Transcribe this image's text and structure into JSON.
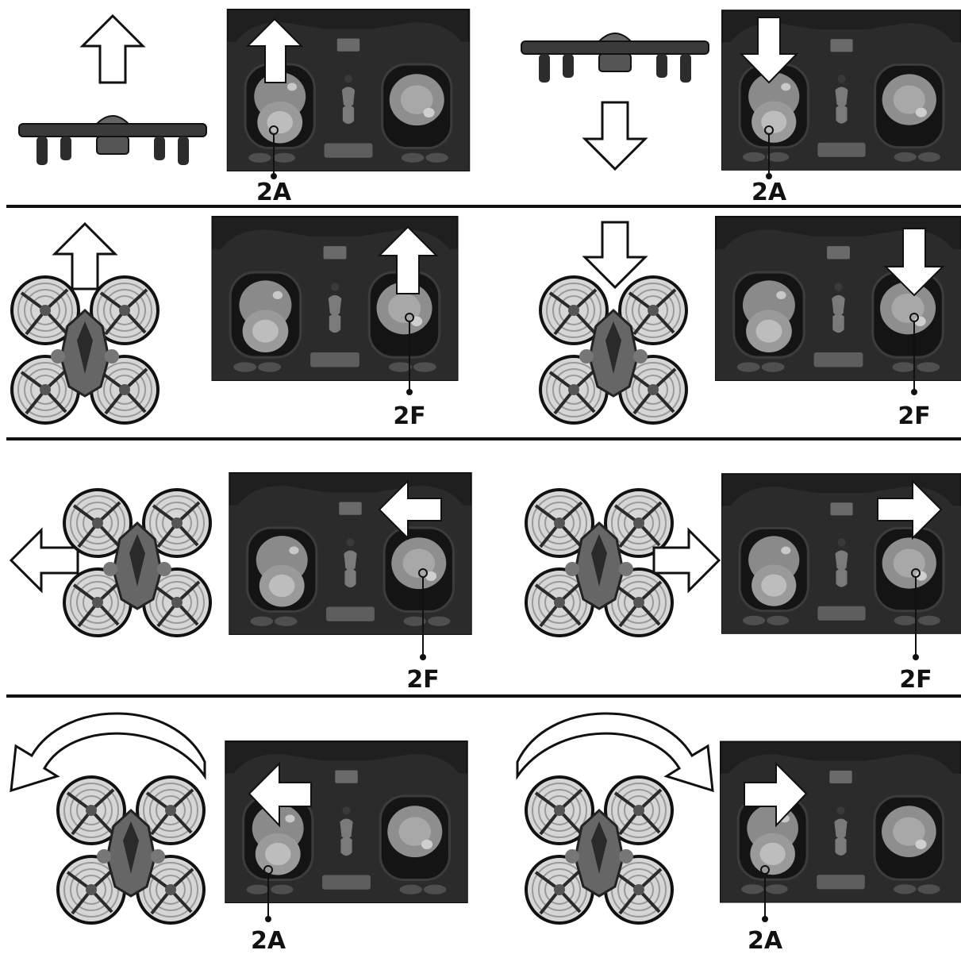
{
  "colors": {
    "background": "#ffffff",
    "divider": "#111111",
    "controller_body": "#262626",
    "controller_dark": "#141414",
    "stick_gray": "#8e8e8e",
    "stick_light": "#b4b4b4",
    "arrow_fill": "#ffffff",
    "arrow_stroke": "#111111",
    "drone_body": "#5f5f5f",
    "propeller_ring": "#a9a9a9"
  },
  "icons": {
    "arrow": "outline-arrow-icon",
    "controller": "remote-controller-icon",
    "drone_top": "drone-top-view-icon",
    "drone_side": "drone-side-view-icon",
    "rotate": "curved-rotate-arrow-icon"
  },
  "panels": [
    {
      "name": "ascend",
      "drone_view": "side",
      "drone_motion": "up",
      "stick": "left",
      "stick_motion": "up",
      "label": "2A"
    },
    {
      "name": "descend",
      "drone_view": "side",
      "drone_motion": "down",
      "stick": "left",
      "stick_motion": "down",
      "label": "2A"
    },
    {
      "name": "fly-forward",
      "drone_view": "top",
      "drone_motion": "up",
      "stick": "right",
      "stick_motion": "up",
      "label": "2F"
    },
    {
      "name": "fly-backward",
      "drone_view": "top",
      "drone_motion": "down",
      "stick": "right",
      "stick_motion": "down",
      "label": "2F"
    },
    {
      "name": "fly-left",
      "drone_view": "top",
      "drone_motion": "left",
      "stick": "right",
      "stick_motion": "left",
      "label": "2F"
    },
    {
      "name": "fly-right",
      "drone_view": "top",
      "drone_motion": "right",
      "stick": "right",
      "stick_motion": "right",
      "label": "2F"
    },
    {
      "name": "rotate-left",
      "drone_view": "top",
      "drone_motion": "rotate-left",
      "stick": "left",
      "stick_motion": "left",
      "label": "2A"
    },
    {
      "name": "rotate-right",
      "drone_view": "top",
      "drone_motion": "rotate-right",
      "stick": "left",
      "stick_motion": "right",
      "label": "2A"
    }
  ]
}
